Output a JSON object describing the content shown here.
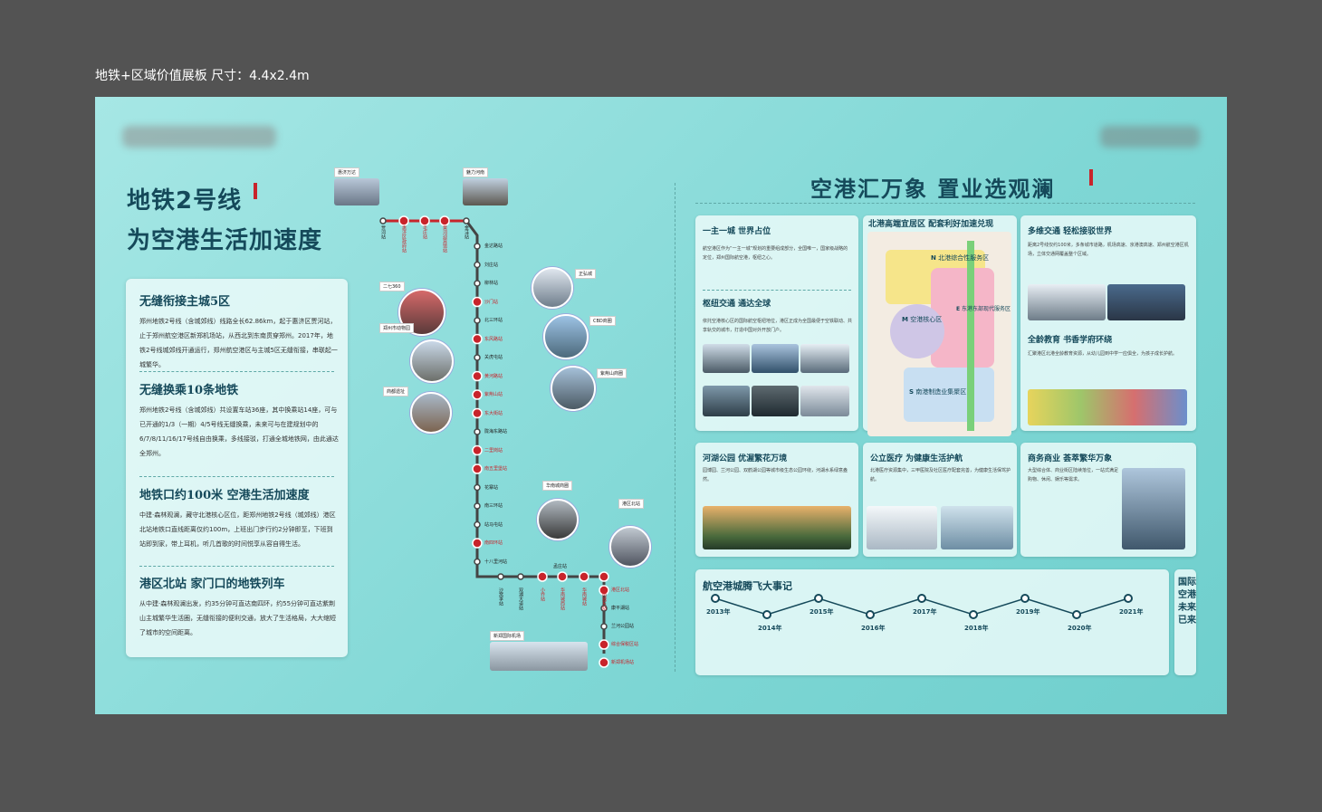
{
  "caption": "地铁+区域价值展板  尺寸：4.4x2.4m",
  "left": {
    "title_line1": "地铁2号线",
    "title_line2": "为空港生活加速度",
    "panels": [
      {
        "title": "无缝衔接主城5区",
        "text": "郑州地铁2号线（含城郊线）线路全长62.86km，起于惠济区贾河站，止于郑州航空港区新郑机场站，从西北到东南贯穿郑州。2017年，地铁2号线城郊线开通运行，郑州航空港区与主城5区无缝衔接，串联起一城繁华。"
      },
      {
        "title": "无缝换乘10条地铁",
        "text": "郑州地铁2号线（含城郊线）共设置车站36座，其中换乘站14座，可与已开通的1/3（一期）4/5号线无缝换乘，未来可与在建规划中的6/7/8/11/16/17号线自由换乘，多线接驳，打通全城地铁网，由此通达全郑州。"
      },
      {
        "title": "地铁口约100米 空港生活加速度",
        "text": "中建·森林观澜，藏守北港核心区位，距郑州地铁2号线（城郊线）港区北站地铁口直线距离仅约100m，上班出门步行约2分钟即至，下班到站即到家，带上耳机，听几首歌的时间悦享从容自得生活。"
      },
      {
        "title": "港区北站 家门口的地铁列车",
        "text": "从中建·森林观澜出发，约35分钟可直达南四环，约55分钟可直达紫荆山主城繁华生活圈，无缝衔接的便利交通，放大了生活格局，大大缩短了城市的空间距离。"
      }
    ],
    "metro": {
      "top_tags": [
        "惠济万达",
        "魅力河南"
      ],
      "stations_top": [
        "贾河站",
        "惠济区政府站",
        "毛庄站",
        "黄河迎宾馆站",
        "金洼站"
      ],
      "stations": [
        "金达路站",
        "刘庄站",
        "柳林站",
        "沙门站",
        "北三环站",
        "东风路站",
        "关虎屯站",
        "黄河路站",
        "紫荆山站",
        "东大街站",
        "陇海东路站",
        "二里岗站",
        "南五里堡站",
        "花寨站",
        "南三环站",
        "站马屯站",
        "南四环站",
        "十八里河站"
      ],
      "stations_bottom": [
        "沙窝李站",
        "双湖大道站",
        "小乔站",
        "华南城西站",
        "华南城站",
        "华南城东站",
        "孟庄站",
        "港区北站",
        "康平湖站",
        "兰河公园站",
        "综合保税区站",
        "新郑机场站"
      ],
      "photo_tags": [
        "二七360",
        "郑州市动物园",
        "商都遗址",
        "正弘城",
        "CBD商圈",
        "紫荆山商圈",
        "华南城商圈",
        "港区北站",
        "新郑国际机场"
      ]
    }
  },
  "right": {
    "section_title": "空港汇万象 置业选观澜",
    "cards": [
      {
        "title": "一主一城 世界占位",
        "text": "航空港区作为“一主一城”规划的重要组成部分，全国唯一，国家级战略的定位，郑州国际航空港，枢纽之心。"
      },
      {
        "title": "枢纽交通 通达全球",
        "text": "依托空港核心区的国际航空枢纽地位，港区正成为全国最便于空铁联动、共享轨交的城市，打造中国对外开放门户。"
      },
      {
        "title": "北港高端宜居区 配套利好加速兑现"
      },
      {
        "title": "多维交通 轻松接驳世界",
        "text": "距离2号线仅约100米，多条城市道路，机场高速、京港澳高速、郑州航空港区机场，立体交通网覆盖整个区域。"
      },
      {
        "title": "全龄教育 书香学府环绕",
        "text": "汇聚港区北港全龄教育资源，从幼儿园到中学一应俱全，为孩子成长护航。"
      },
      {
        "title": "河湖公园 优渥繁花万境",
        "text": "园博园、兰河公园、双鹤湖公园等城市级生态公园环绕，河湖水系绿意盎然。"
      },
      {
        "title": "公立医疗 为健康生活护航",
        "text": "北港医疗资源集中，三甲医院及社区医疗配套完善，为健康生活保驾护航。"
      },
      {
        "title": "商务商业 荟萃繁华万象",
        "text": "大型综合体、商业街区陆续落位，一站式满足购物、休闲、娱乐等需求。"
      }
    ],
    "map_labels": {
      "n": "N",
      "n_text": "北港综合性服务区",
      "m": "M",
      "m_text": "空港核心区",
      "e": "E",
      "e_text": "东港东部现代服务区",
      "s": "S",
      "s_text": "南港制造业集聚区"
    },
    "timeline": {
      "title": "航空港城腾飞大事记",
      "years": [
        "2013年",
        "2014年",
        "2015年",
        "2016年",
        "2017年",
        "2018年",
        "2019年",
        "2020年",
        "2021年"
      ],
      "vertical": "国际空港 未来已来"
    }
  },
  "colors": {
    "accent": "#c8242b",
    "title": "#15495a",
    "board": "#8fdcda"
  }
}
